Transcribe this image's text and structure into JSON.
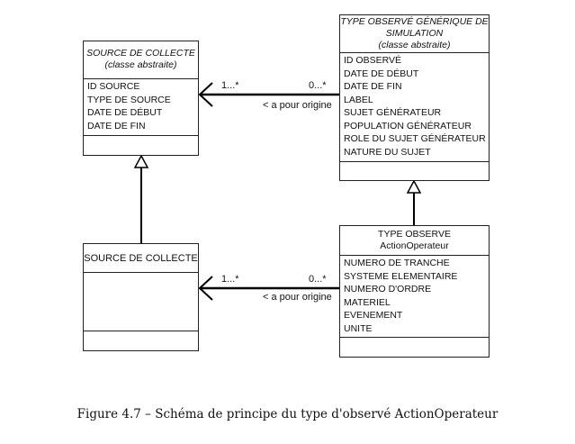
{
  "source_abstract": {
    "name": "SOURCE DE COLLECTE",
    "stereotype": "(classe abstraite)",
    "attributes": [
      "ID SOURCE",
      "TYPE DE SOURCE",
      "DATE DE DÉBUT",
      "DATE DE FIN"
    ]
  },
  "type_abstract": {
    "name_line1": "TYPE OBSERVÉ GÉNÉRIQUE DE",
    "name_line2": "SIMULATION",
    "stereotype": "(classe abstraite)",
    "attributes": [
      "ID OBSERVÉ",
      "DATE DE DÉBUT",
      "DATE DE FIN",
      "LABEL",
      "SUJET GÉNÉRATEUR",
      "POPULATION GÉNÉRATEUR",
      "ROLE DU SUJET GÉNÉRATEUR",
      "NATURE DU SUJET"
    ]
  },
  "source_concrete": {
    "name": "SOURCE DE COLLECTE"
  },
  "type_concrete": {
    "name_line1": "TYPE OBSERVE",
    "name_line2": "ActionOperateur",
    "attributes": [
      "NUMERO DE TRANCHE",
      "SYSTEME ELEMENTAIRE",
      "NUMERO D'ORDRE",
      "MATERIEL",
      "EVENEMENT",
      "UNITE"
    ]
  },
  "assoc_top": {
    "mult_source": "1...*",
    "mult_target": "0...*",
    "role": "< a pour origine"
  },
  "assoc_bottom": {
    "mult_source": "1...*",
    "mult_target": "0...*",
    "role": "< a pour origine"
  },
  "caption": "Figure 4.7 – Schéma de principe du type d'observé ActionOperateur"
}
